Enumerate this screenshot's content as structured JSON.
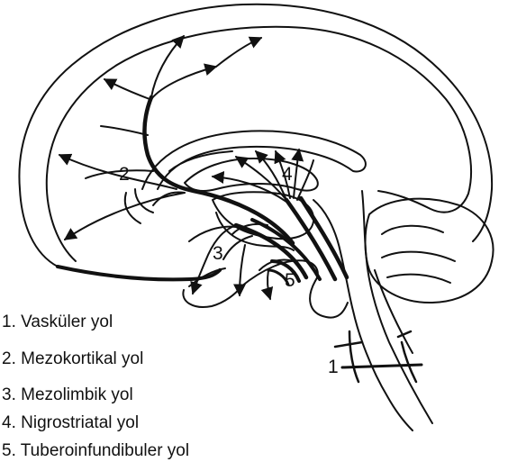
{
  "diagram": {
    "callouts": {
      "c1": "1",
      "c2": "2",
      "c3": "3",
      "c4": "4",
      "c5": "5"
    },
    "legend": [
      "1. Vasküler yol",
      "2. Mezokortikal yol",
      "3. Mezolimbik yol",
      "4. Nigrostriatal yol",
      "5. Tuberoinfundibuler yol"
    ]
  }
}
